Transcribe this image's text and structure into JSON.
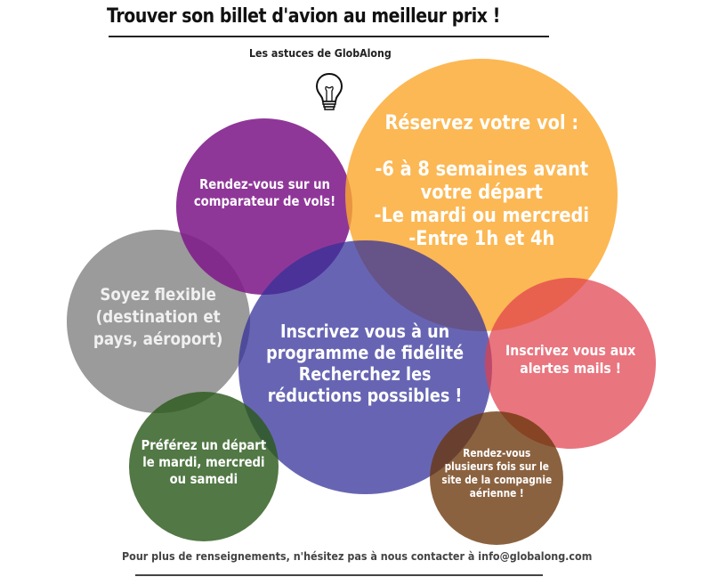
{
  "header": {
    "title": "Trouver son billet d'avion au meilleur prix !",
    "subtitle": "Les astuces de GlobAlong"
  },
  "icons": {
    "bulb": "lightbulb-icon"
  },
  "bubbles": [
    {
      "id": "flexible",
      "text": "Soyez flexible\n(destination et\npays, aéroport)",
      "color": "#8a8a8a"
    },
    {
      "id": "comparateur",
      "text": "Rendez-vous sur un\ncomparateur de vols!",
      "color": "#7f1b8a"
    },
    {
      "id": "reservez",
      "text": "Réservez votre vol :\n\n-6 à 8 semaines avant\nvotre départ\n-Le mardi ou mercredi\n-Entre 1h et 4h",
      "color": "#fba82e"
    },
    {
      "id": "fidelite",
      "text": "Inscrivez vous à un\nprogramme de fidélité\nRecherchez les\nréductions possibles !",
      "color": "#34319a"
    },
    {
      "id": "alertes",
      "text": "Inscrivez vous aux\nalertes mails !",
      "color": "#e0404d"
    },
    {
      "id": "depart",
      "text": "Préférez un départ\nle mardi, mercredi\nou samedi",
      "color": "#2c5a1c"
    },
    {
      "id": "compagnie",
      "text": "Rendez-vous\nplusieurs fois sur le\nsite de la compagnie\naérienne !",
      "color": "#6a360a"
    }
  ],
  "footer": {
    "text": "Pour plus de renseignements, n'hésitez pas à nous contacter à info@globalong.com"
  }
}
